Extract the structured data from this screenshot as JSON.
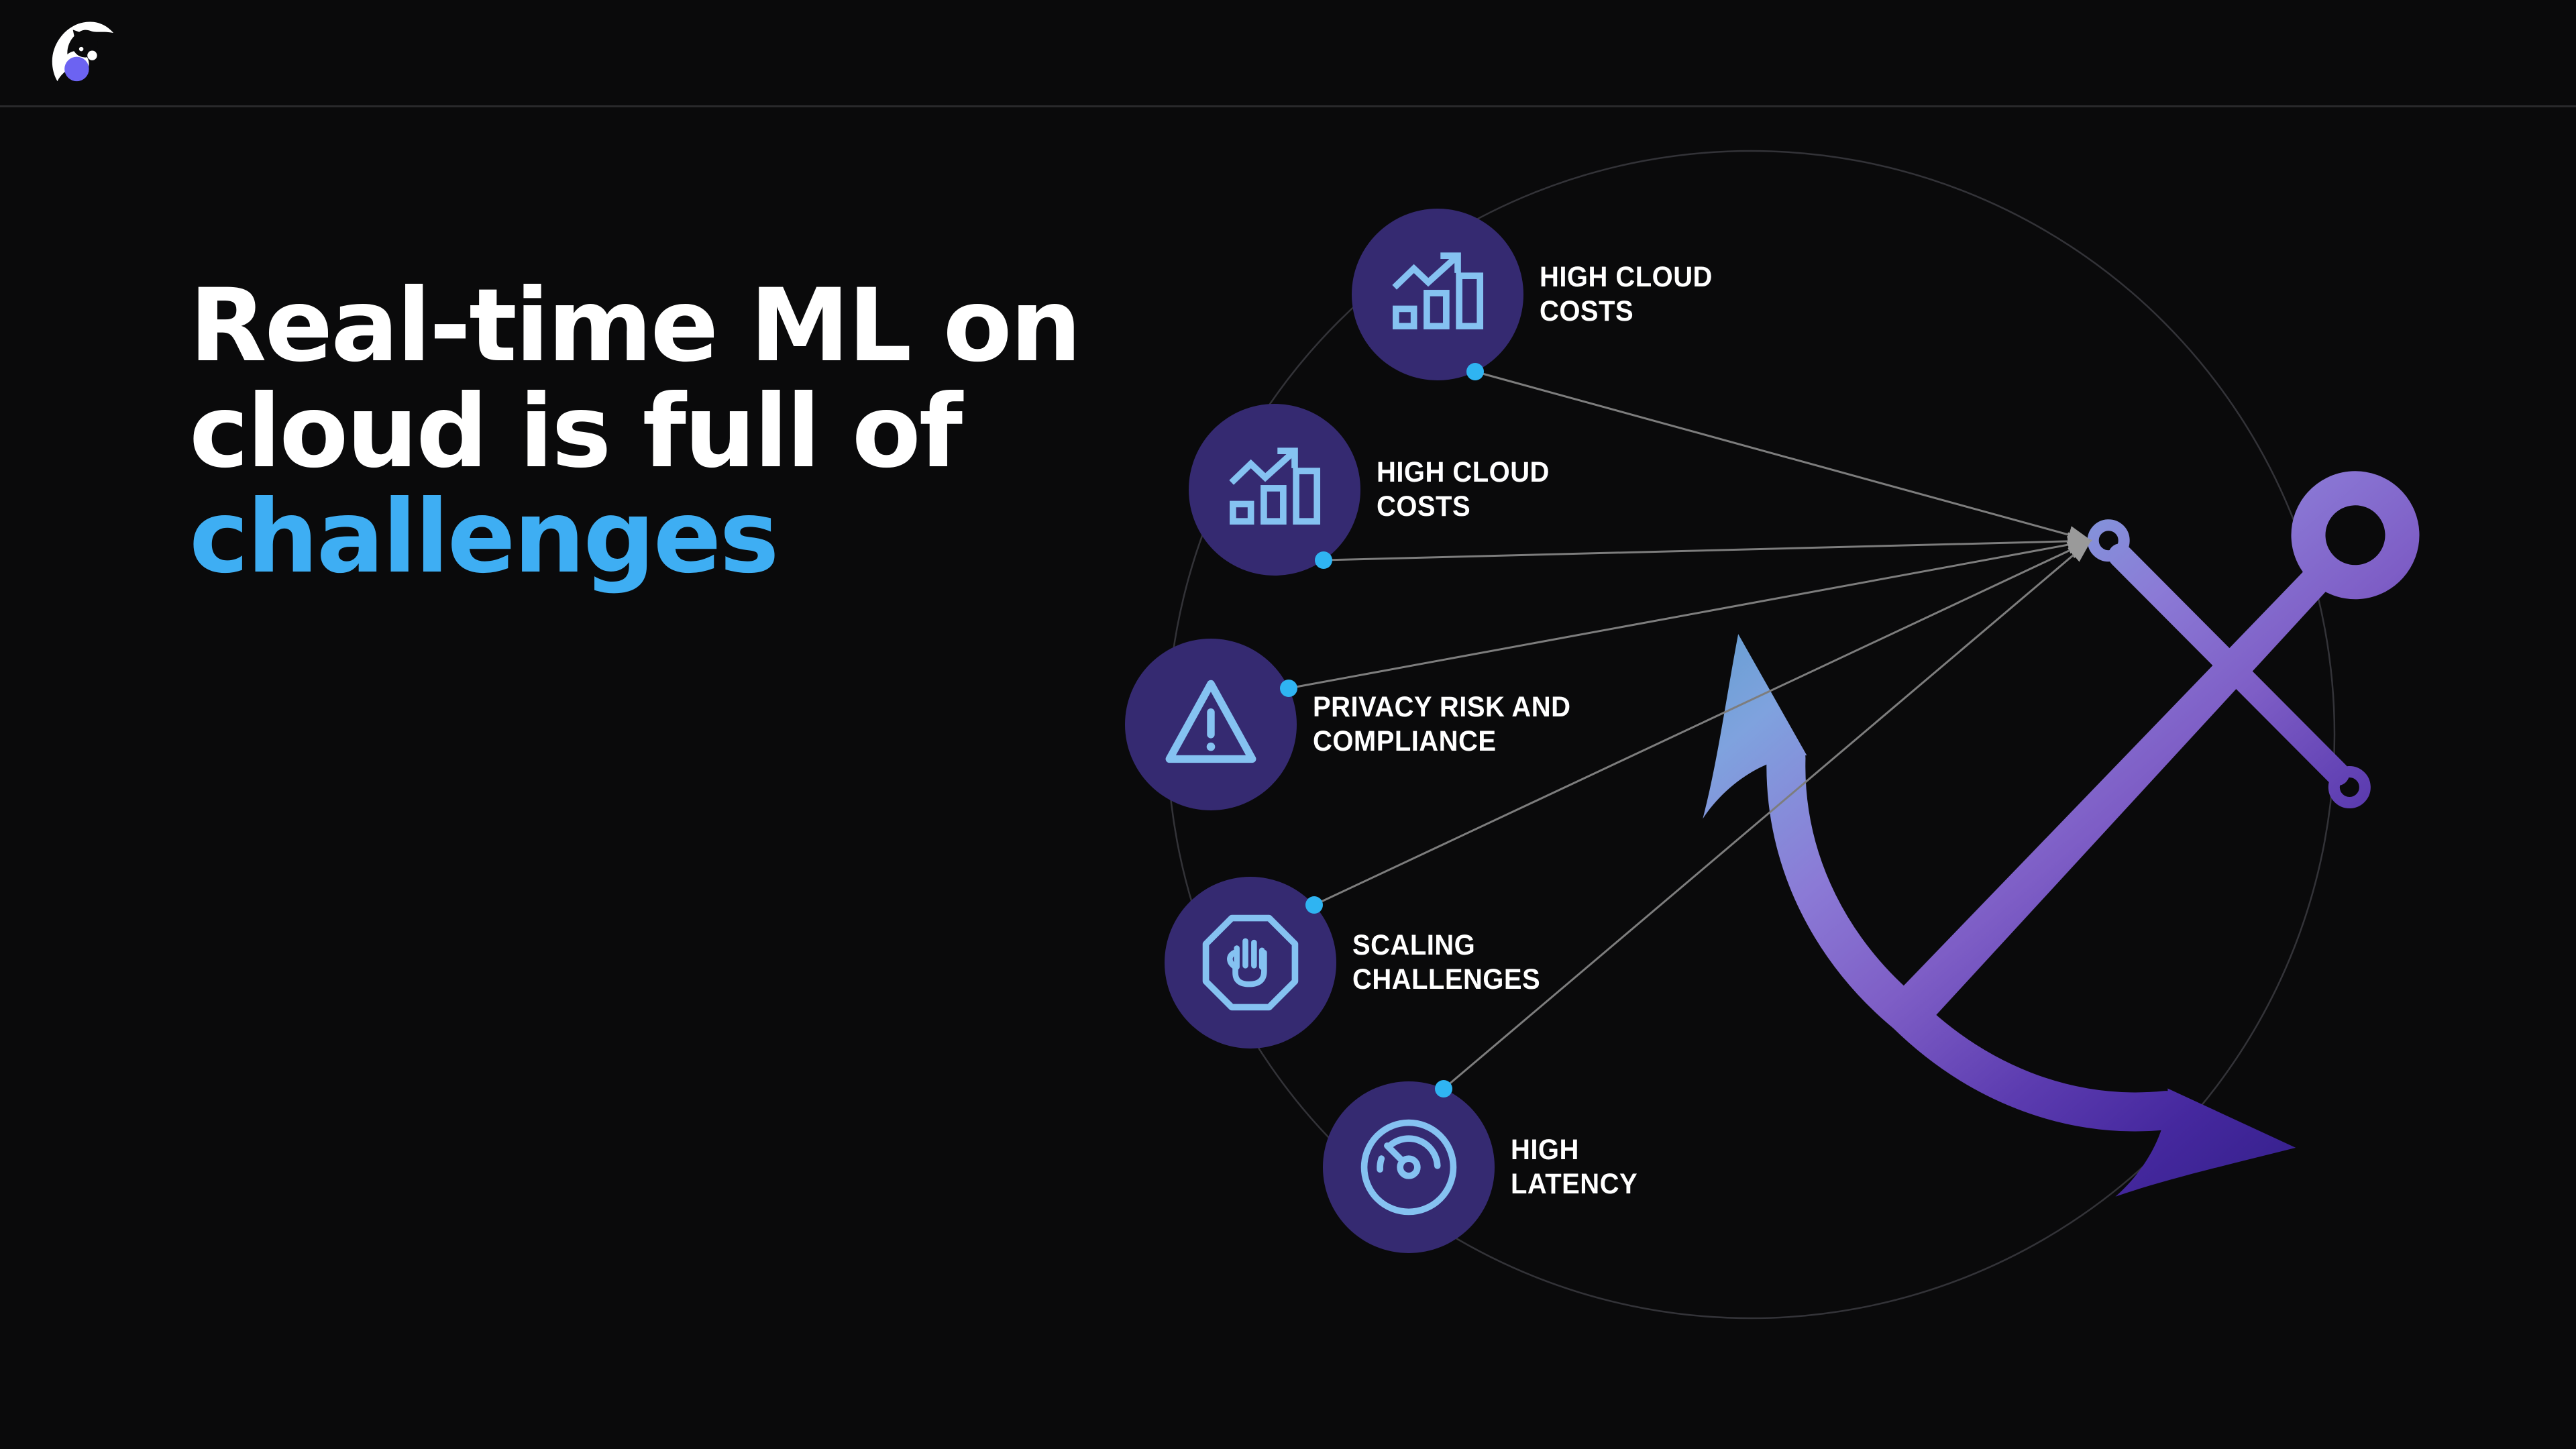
{
  "slide": {
    "background": "#0A0A0B",
    "divider_color": "#29292B"
  },
  "brand": {
    "mark": "animal-logo",
    "mark_color": "#FFFFFF",
    "ball_color": "#6C63F2"
  },
  "title": {
    "line1": "Real-time ML on",
    "line2": "cloud is full of",
    "highlight": "challenges",
    "text_color": "#FFFFFF",
    "highlight_color": "#3EAEF3"
  },
  "diagram": {
    "illustration": "anchor",
    "colors": {
      "node_fill": "#352A71",
      "icon_stroke": "#85C2F1",
      "dot": "#2FB4F2",
      "connector": "#7D7D7D",
      "orbit": "#333338",
      "label_text": "#FFFFFF"
    },
    "nodes": [
      {
        "icon": "growth-chart-icon",
        "line1": "HIGH CLOUD",
        "line2": "COSTS"
      },
      {
        "icon": "growth-chart-icon",
        "line1": "HIGH CLOUD",
        "line2": "COSTS"
      },
      {
        "icon": "warning-triangle-icon",
        "line1": "PRIVACY RISK AND",
        "line2": "COMPLIANCE"
      },
      {
        "icon": "stop-hand-icon",
        "line1": "SCALING",
        "line2": "CHALLENGES"
      },
      {
        "icon": "speedometer-icon",
        "line1": "HIGH",
        "line2": "LATENCY"
      }
    ]
  }
}
